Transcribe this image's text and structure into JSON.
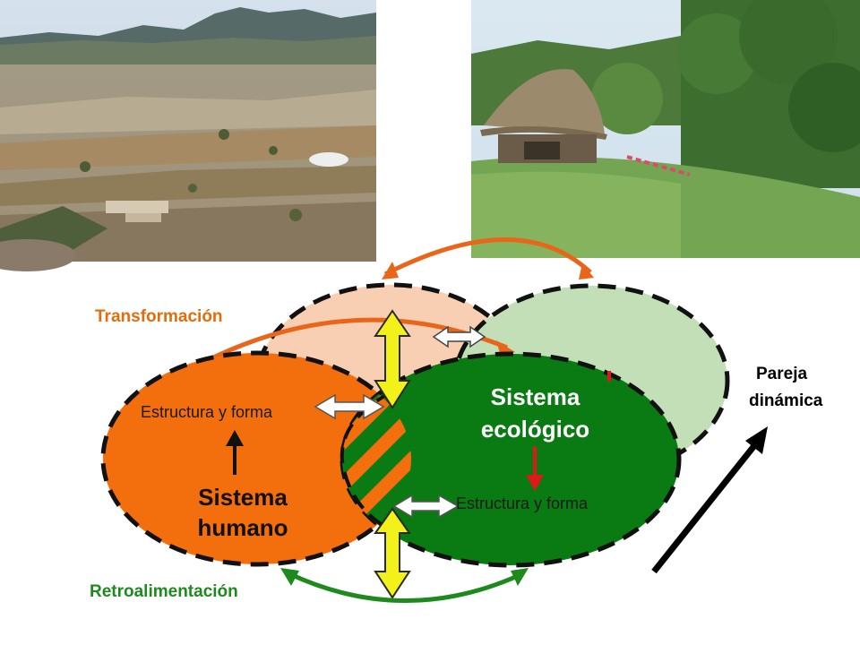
{
  "diagram": {
    "labels": {
      "transformation": "Transformación",
      "feedback": "Retroalimentación",
      "dynamic_pair_line1": "Pareja",
      "dynamic_pair_line2": "dinámica",
      "human_structure": "Estructura y forma",
      "eco_structure": "Estructura y forma",
      "human_system_line1": "Sistema",
      "human_system_line2": "humano",
      "eco_system_line1": "Sistema",
      "eco_system_line2": "ecológico"
    },
    "photos": {
      "left": "dry-valley-landscape",
      "right": "thatched-hut-landscape"
    },
    "colors": {
      "human_fill": "#f36f0d",
      "human_back_fill": "#f9cfb4",
      "eco_fill": "#0a7a12",
      "eco_back_fill": "#c3dfb7",
      "transformation_arrow": "#e8651a",
      "feedback_arrow": "#1e8a1e",
      "double_arrow": "#f2f21a",
      "struct_arrow": "#dd1a1a"
    }
  }
}
